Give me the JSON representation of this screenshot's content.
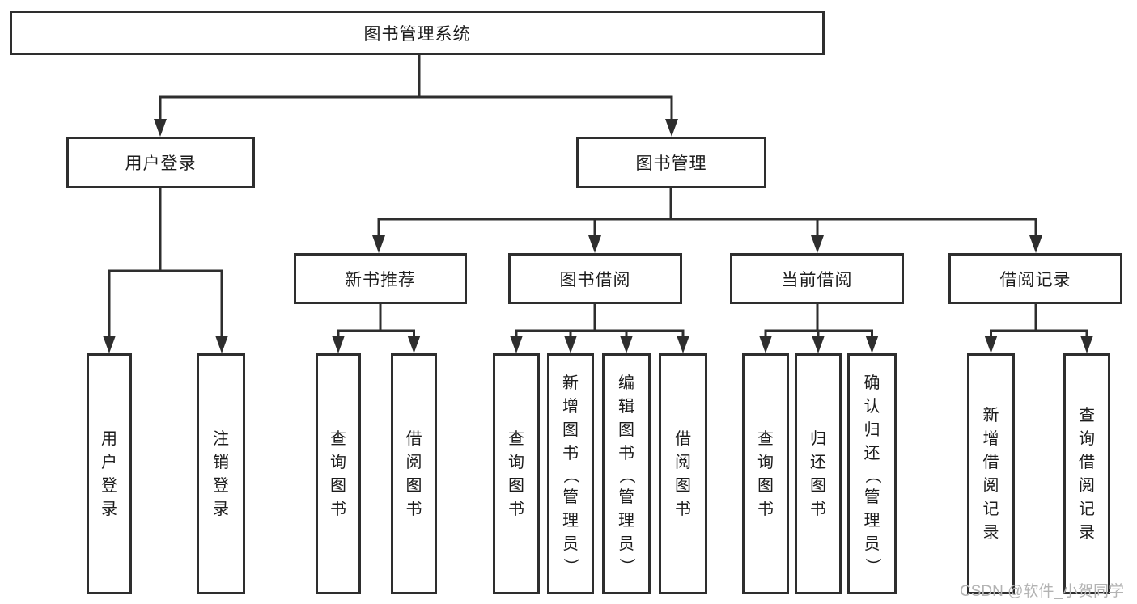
{
  "colors": {
    "line": "#2e2e2e",
    "text": "#1c1c1c",
    "box-bg": "#ffffff",
    "watermark": "#b3b3b3"
  },
  "tree": {
    "root": {
      "label": "图书管理系统"
    },
    "branches": [
      {
        "label": "用户登录",
        "children": [
          {
            "label": "用户登录"
          },
          {
            "label": "注销登录"
          }
        ]
      },
      {
        "label": "图书管理",
        "sections": [
          {
            "label": "新书推荐",
            "children": [
              {
                "label": "查询图书"
              },
              {
                "label": "借阅图书"
              }
            ]
          },
          {
            "label": "图书借阅",
            "children": [
              {
                "label": "查询图书"
              },
              {
                "label": "新增图书（管理员）"
              },
              {
                "label": "编辑图书（管理员）"
              },
              {
                "label": "借阅图书"
              }
            ]
          },
          {
            "label": "当前借阅",
            "children": [
              {
                "label": "查询图书"
              },
              {
                "label": "归还图书"
              },
              {
                "label": "确认归还（管理员）"
              }
            ]
          },
          {
            "label": "借阅记录",
            "children": [
              {
                "label": "新增借阅记录"
              },
              {
                "label": "查询借阅记录"
              }
            ]
          }
        ]
      }
    ]
  },
  "watermark": {
    "text": "CSDN @软件_小贺同学"
  }
}
